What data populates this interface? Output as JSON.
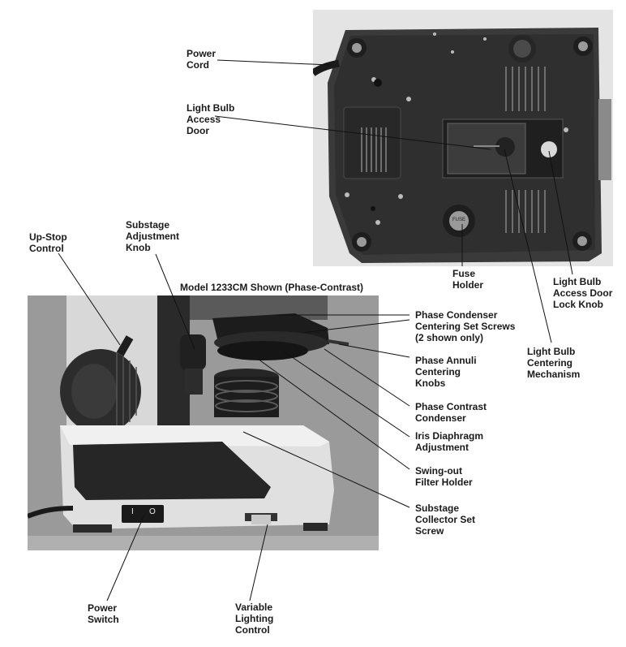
{
  "caption": "Model 1233CM Shown (Phase-Contrast)",
  "labels": {
    "power_cord": "Power\nCord",
    "light_bulb_access_door": "Light Bulb\nAccess\nDoor",
    "fuse_holder": "Fuse\nHolder",
    "light_bulb_access_door_lock_knob": "Light Bulb\nAccess Door\nLock Knob",
    "light_bulb_centering_mechanism": "Light Bulb\nCentering\nMechanism",
    "substage_adjustment_knob": "Substage\nAdjustment\nKnob",
    "up_stop_control": "Up-Stop\nControl",
    "phase_condenser_centering_set_screws": "Phase Condenser\nCentering Set Screws\n(2 shown only)",
    "phase_annuli_centering_knobs": "Phase Annuli\nCentering\nKnobs",
    "phase_contrast_condenser": "Phase Contrast\nCondenser",
    "iris_diaphragm_adjustment": "Iris Diaphragm\nAdjustment",
    "swing_out_filter_holder": "Swing-out\nFilter Holder",
    "substage_collector_set_screw": "Substage\nCollector Set\nScrew",
    "power_switch": "Power\nSwitch",
    "variable_lighting_control": "Variable\nLighting\nControl"
  },
  "switch_marks": {
    "off": "O",
    "on": "I"
  },
  "fuse_mark": "FUSE"
}
